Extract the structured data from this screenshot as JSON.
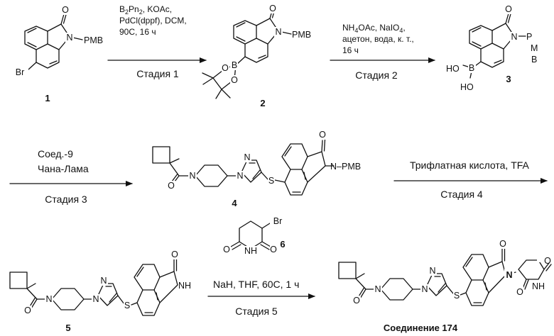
{
  "scheme": {
    "atoms": {
      "O": "O",
      "N": "N",
      "NH": "NH",
      "B": "B",
      "Br": "Br",
      "S": "S",
      "PMB": "PMB",
      "N_PMB": "N–PMB",
      "P": "P",
      "M": "M",
      "OH": "OH",
      "HO": "HO"
    },
    "compounds": {
      "c1": "1",
      "c2": "2",
      "c3": "3",
      "c4": "4",
      "c5": "5",
      "c6": "6",
      "c174": "Соединение 174"
    },
    "steps": {
      "s1": {
        "reagents_line1": "B2Pn2, KOAc,",
        "reagents_line2": "PdCl(dppf), DCM,",
        "reagents_line3": "90C, 16 ч",
        "stage": "Стадия 1"
      },
      "s2": {
        "reagents_line1": "NH4OAc, NaIO4,",
        "reagents_line2": "ацетон, вода, к. т.,",
        "reagents_line3": "16 ч",
        "stage": "Стадия 2"
      },
      "s3": {
        "reagents_line1": "Соед.-9",
        "reagents_line2": "Чана-Лама",
        "stage": "Стадия 3"
      },
      "s4": {
        "reagents_line1": "Трифлатная кислота, TFA",
        "stage": "Стадия 4"
      },
      "s5": {
        "reagents_line1": "NaH, THF, 60C, 1 ч",
        "stage": "Стадия 5"
      }
    }
  }
}
